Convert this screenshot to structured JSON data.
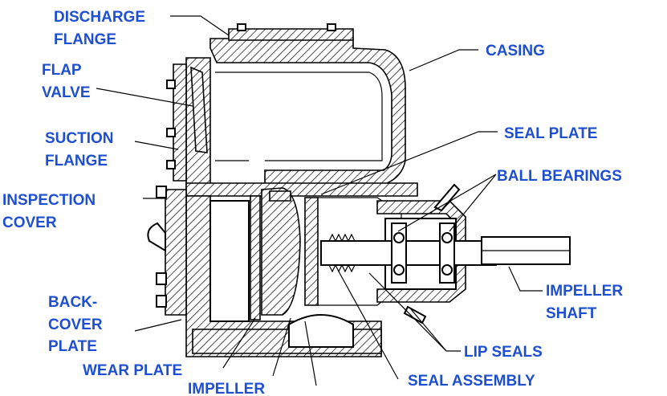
{
  "diagram": {
    "labels": {
      "discharge_flange": [
        "DISCHARGE",
        "FLANGE"
      ],
      "flap_valve": [
        "FLAP",
        "VALVE"
      ],
      "suction_flange": [
        "SUCTION",
        "FLANGE"
      ],
      "inspection_cover": [
        "INSPECTION",
        "COVER"
      ],
      "back_cover_plate": [
        "BACK-",
        "COVER",
        "PLATE"
      ],
      "wear_plate": "WEAR PLATE",
      "impeller": "IMPELLER",
      "casing": "CASING",
      "seal_plate": "SEAL PLATE",
      "ball_bearings": "BALL BEARINGS",
      "impeller_shaft": [
        "IMPELLER",
        "SHAFT"
      ],
      "lip_seals": "LIP SEALS",
      "seal_assembly": "SEAL ASSEMBLY"
    },
    "colors": {
      "label": "#1f4fd1",
      "line": "#000000"
    }
  }
}
